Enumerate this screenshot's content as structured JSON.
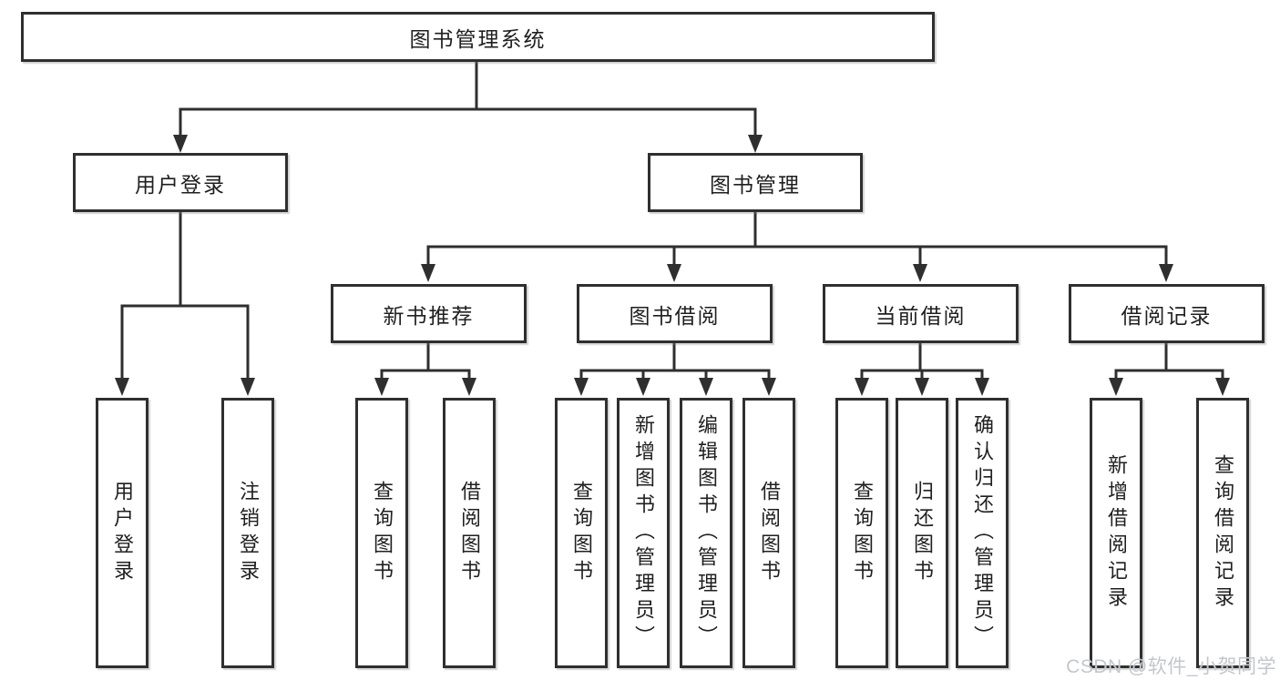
{
  "diagram_type": "tree-hierarchy",
  "nodes": {
    "root": "图书管理系统",
    "level2": [
      "用户登录",
      "图书管理"
    ],
    "level3": [
      "新书推荐",
      "图书借阅",
      "当前借阅",
      "借阅记录"
    ],
    "leaves": [
      "用户登录",
      "注销登录",
      "查询图书",
      "借阅图书",
      "查询图书",
      "新增图书（管理员）",
      "编辑图书（管理员）",
      "借阅图书",
      "查询图书",
      "归还图书",
      "确认归还（管理员）",
      "新增借阅记录",
      "查询借阅记录"
    ]
  },
  "hierarchy": [
    {
      "parent": "图书管理系统",
      "children": [
        "用户登录",
        "图书管理"
      ]
    },
    {
      "parent": "用户登录",
      "children": [
        "用户登录",
        "注销登录"
      ]
    },
    {
      "parent": "图书管理",
      "children": [
        "新书推荐",
        "图书借阅",
        "当前借阅",
        "借阅记录"
      ]
    },
    {
      "parent": "新书推荐",
      "children": [
        "查询图书",
        "借阅图书"
      ]
    },
    {
      "parent": "图书借阅",
      "children": [
        "查询图书",
        "新增图书（管理员）",
        "编辑图书（管理员）",
        "借阅图书"
      ]
    },
    {
      "parent": "当前借阅",
      "children": [
        "查询图书",
        "归还图书",
        "确认归还（管理员）"
      ]
    },
    {
      "parent": "借阅记录",
      "children": [
        "新增借阅记录",
        "查询借阅记录"
      ]
    }
  ],
  "watermark": "CSDN @软件_小贺同学",
  "colors": {
    "line": "#2f2f2f",
    "border": "#2f2f2f",
    "text": "#1f1f1f",
    "background": "#ffffff",
    "watermark": "#c3c7cb"
  }
}
